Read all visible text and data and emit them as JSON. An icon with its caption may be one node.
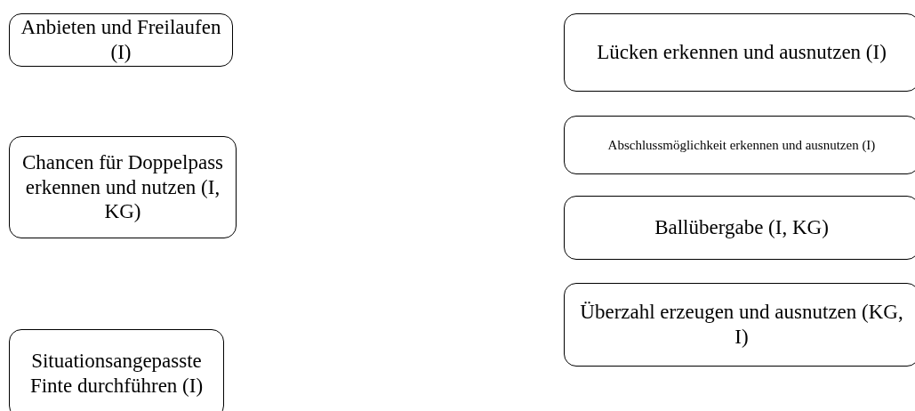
{
  "diagram": {
    "nodes": [
      {
        "text": [
          "Anbieten und Freilaufen (I)"
        ]
      },
      {
        "text": [
          "Chancen für Doppelpass erkennen und nutzen (I, KG)"
        ]
      },
      {
        "text": [
          "Situationsangepasste Finte durchführen (I)"
        ]
      },
      {
        "text": [
          "Lücken erkennen und ausnutzen (I)"
        ]
      },
      {
        "text": [
          "Abschlussmöglichkeit erkennen und ausnutzen (I)"
        ]
      },
      {
        "text": [
          "Ballübergabe (I, KG)"
        ]
      },
      {
        "text": [
          "Überzahl erzeugen und ausnutzen (KG, I)"
        ]
      }
    ],
    "edges": []
  }
}
